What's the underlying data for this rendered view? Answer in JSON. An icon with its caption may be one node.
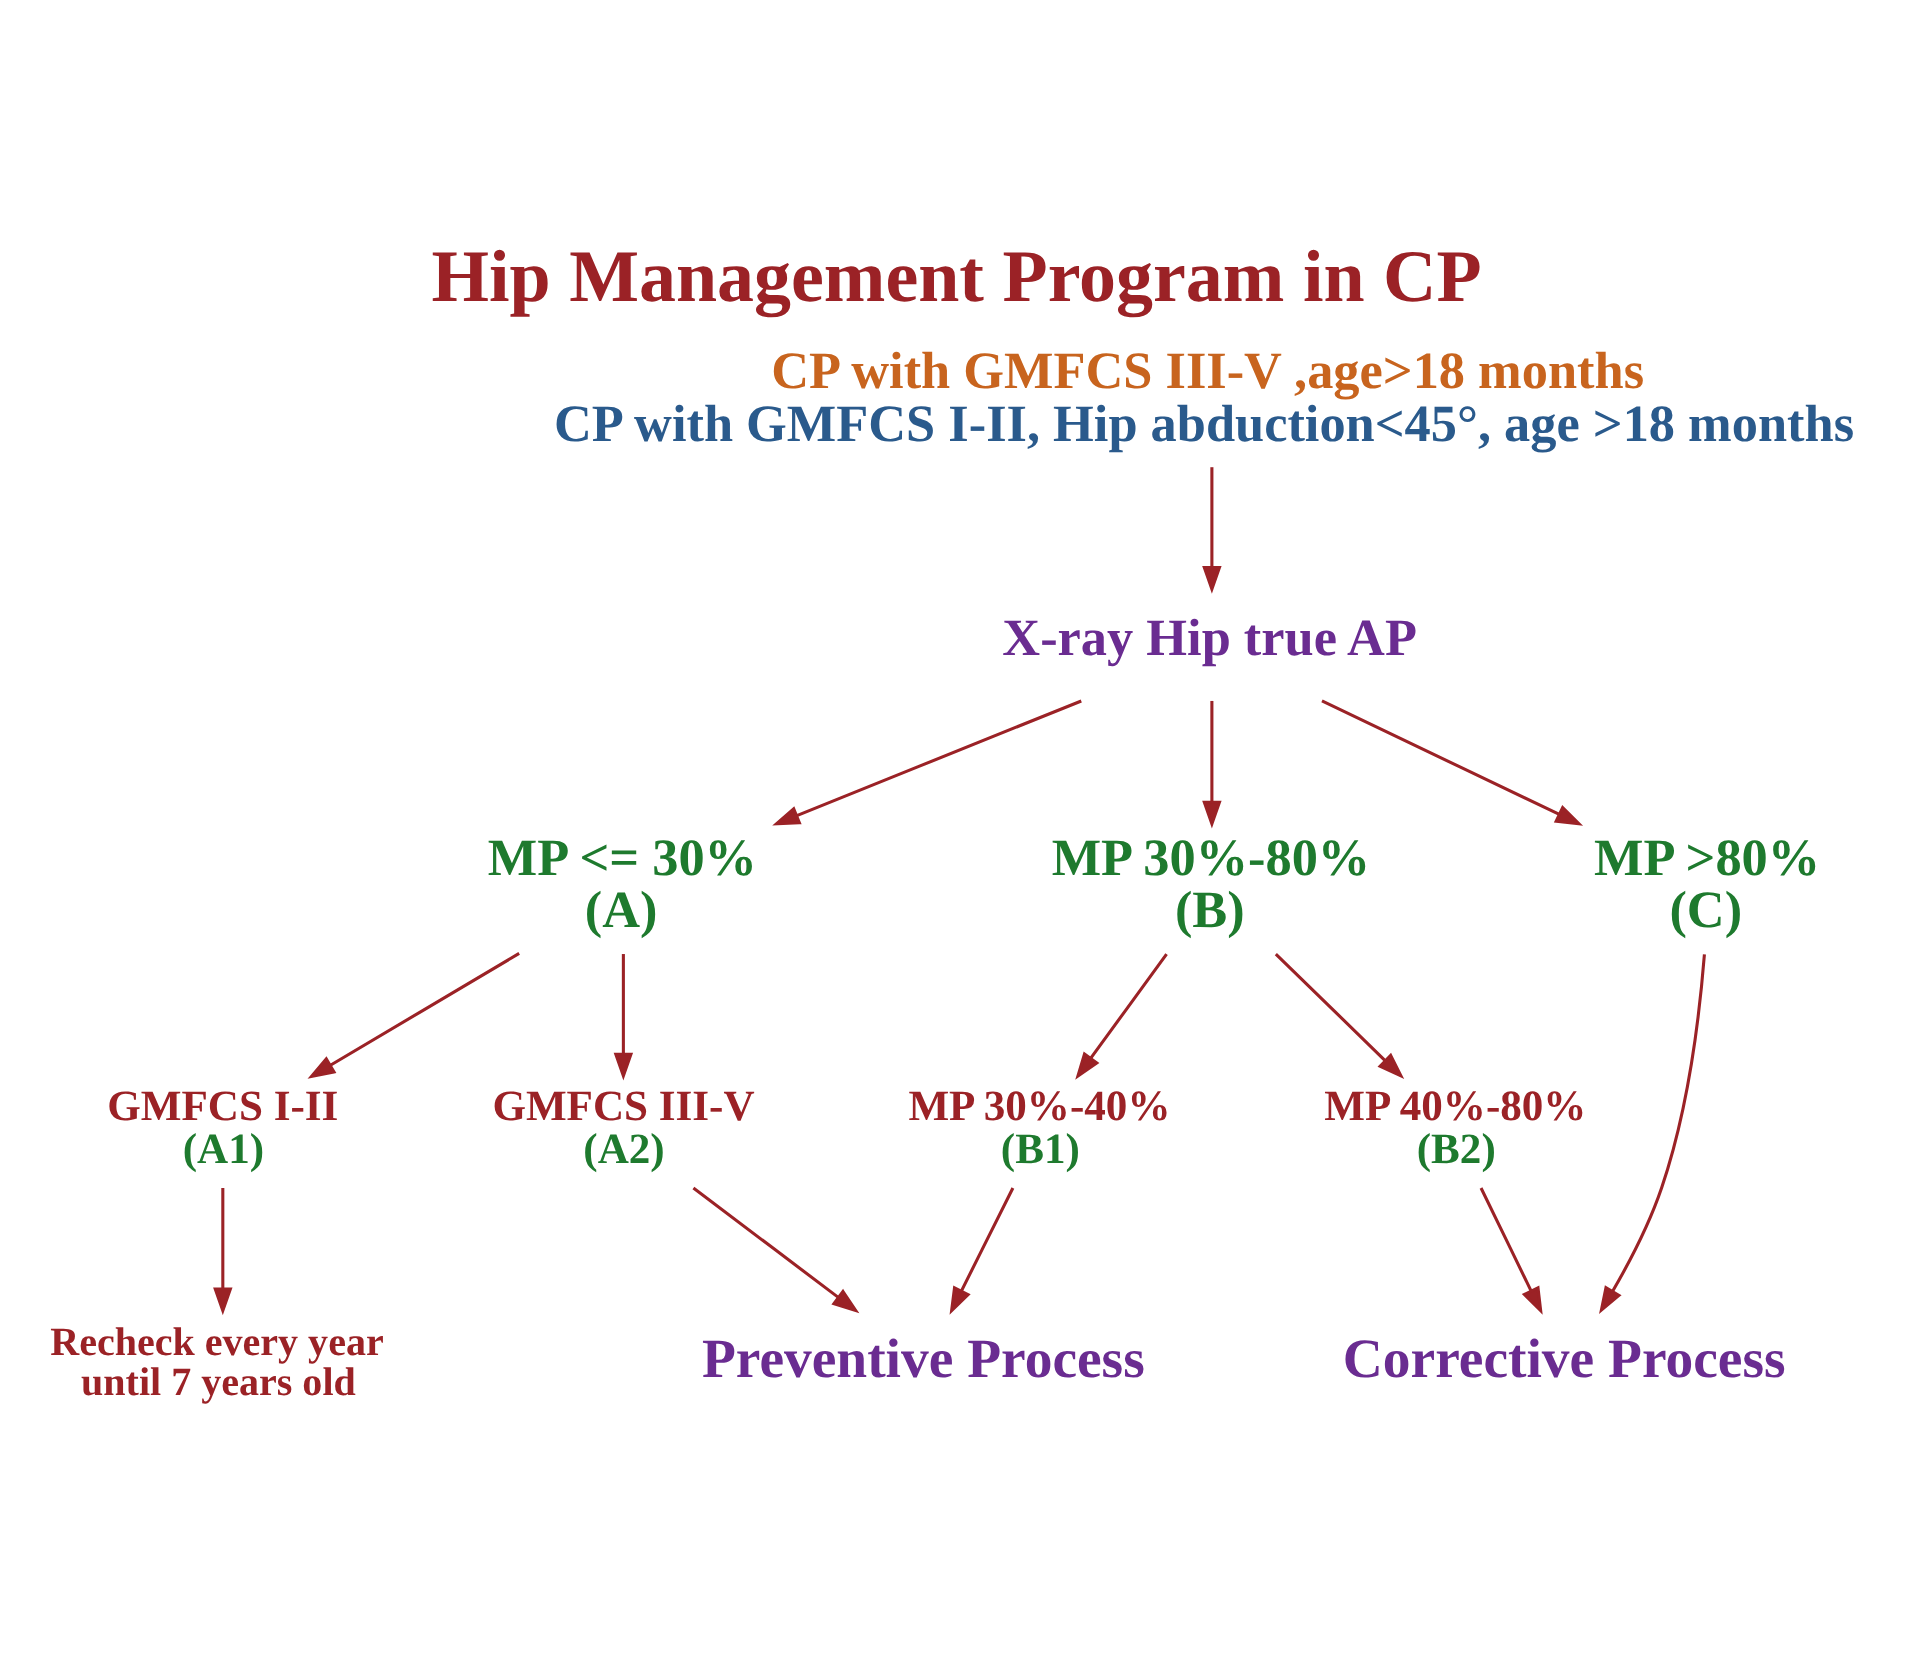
{
  "diagram": {
    "title": "Hip Management Program in CP",
    "nodes": [
      {
        "text": [
          "CP with GMFCS III-V ,age>18 months",
          "CP with GMFCS I-II, Hip abduction<45°, age >18 months"
        ]
      },
      {
        "text": [
          "X-ray Hip true AP"
        ]
      },
      {
        "text": [
          "MP <= 30%",
          "(A)"
        ]
      },
      {
        "text": [
          "MP 30%-80%",
          "(B)"
        ]
      },
      {
        "text": [
          "MP >80%",
          "(C)"
        ]
      },
      {
        "text": [
          "GMFCS I-II",
          "(A1)"
        ]
      },
      {
        "text": [
          "GMFCS III-V",
          "(A2)"
        ]
      },
      {
        "text": [
          "MP 30%-40%",
          "(B1)"
        ]
      },
      {
        "text": [
          "MP 40%-80%",
          "(B2)"
        ]
      },
      {
        "text": [
          "Recheck every year until 7 years old"
        ]
      },
      {
        "text": [
          "Preventive Process"
        ]
      },
      {
        "text": [
          "Corrective Process"
        ]
      }
    ],
    "edges": [
      {
        "from": 0,
        "to": 1,
        "arrow": "to"
      },
      {
        "from": 1,
        "to": 2,
        "arrow": "to"
      },
      {
        "from": 1,
        "to": 3,
        "arrow": "to"
      },
      {
        "from": 1,
        "to": 4,
        "arrow": "to"
      },
      {
        "from": 2,
        "to": 5,
        "arrow": "to"
      },
      {
        "from": 2,
        "to": 6,
        "arrow": "to"
      },
      {
        "from": 3,
        "to": 7,
        "arrow": "to"
      },
      {
        "from": 3,
        "to": 8,
        "arrow": "to"
      },
      {
        "from": 5,
        "to": 9,
        "arrow": "to"
      },
      {
        "from": 6,
        "to": 10,
        "arrow": "to"
      },
      {
        "from": 7,
        "to": 10,
        "arrow": "to"
      },
      {
        "from": 8,
        "to": 11,
        "arrow": "to"
      },
      {
        "from": 4,
        "to": 11,
        "arrow": "to"
      }
    ]
  }
}
